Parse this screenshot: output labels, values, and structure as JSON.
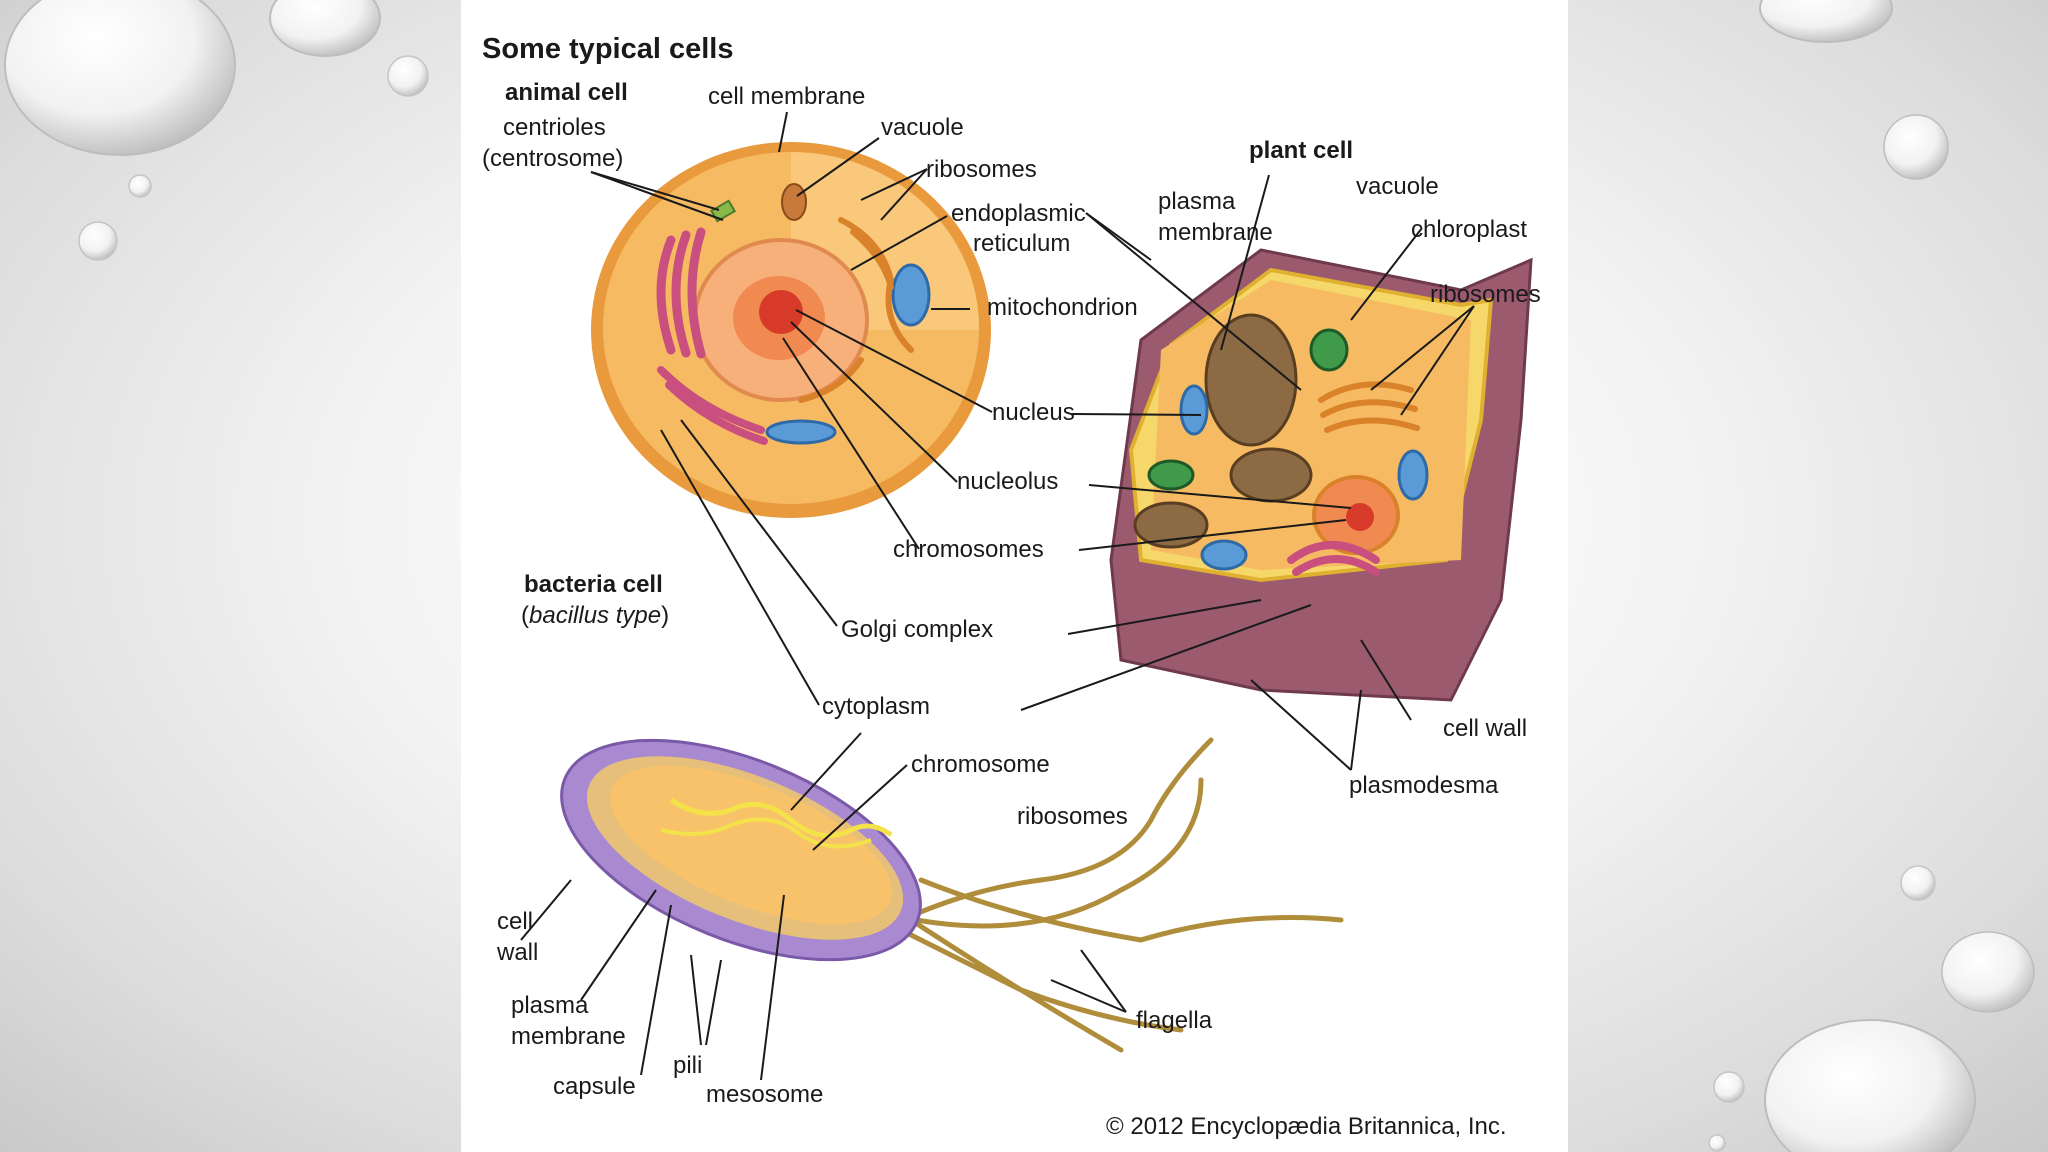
{
  "title": "Some typical cells",
  "animal": {
    "heading": "animal cell",
    "centrioles": "centrioles",
    "centrosome": "(centrosome)",
    "cell_membrane": "cell membrane",
    "vacuole": "vacuole",
    "ribosomes": "ribosomes",
    "er_1": "endoplasmic",
    "er_2": "reticulum",
    "mitochondrion": "mitochondrion"
  },
  "shared": {
    "nucleus": "nucleus",
    "nucleolus": "nucleolus",
    "chromosomes": "chromosomes",
    "golgi": "Golgi complex",
    "cytoplasm": "cytoplasm"
  },
  "plant": {
    "heading": "plant cell",
    "plasma_1": "plasma",
    "plasma_2": "membrane",
    "vacuole": "vacuole",
    "chloroplast": "chloroplast",
    "ribosomes": "ribosomes",
    "cell_wall": "cell wall",
    "plasmodesma": "plasmodesma"
  },
  "bacteria": {
    "heading": "bacteria cell",
    "type_open": "(",
    "type": "bacillus type",
    "type_close": ")",
    "chromosome": "chromosome",
    "ribosomes": "ribosomes",
    "cell_1": "cell",
    "cell_2": "wall",
    "plasma_1": "plasma",
    "plasma_2": "membrane",
    "capsule": "capsule",
    "pili": "pili",
    "mesosome": "mesosome",
    "flagella": "flagella"
  },
  "credit": "© 2012 Encyclopædia Britannica, Inc.",
  "colors": {
    "slide_bg": "#e6e6e6",
    "animal_cytoplasm": "#f6bb62",
    "animal_membrane": "#e89a3c",
    "nucleus": "#f08a50",
    "nucleolus": "#d83a2a",
    "golgi": "#c9507e",
    "mitochondrion": "#5a9ad6",
    "chloroplast": "#3f9a4a",
    "plant_wall": "#9c5a6e",
    "plant_vacuole": "#8c6a44",
    "bacteria_capsule": "#a98ad0",
    "bacteria_cytoplasm": "#f7c26a",
    "flagella": "#b08d3a"
  }
}
